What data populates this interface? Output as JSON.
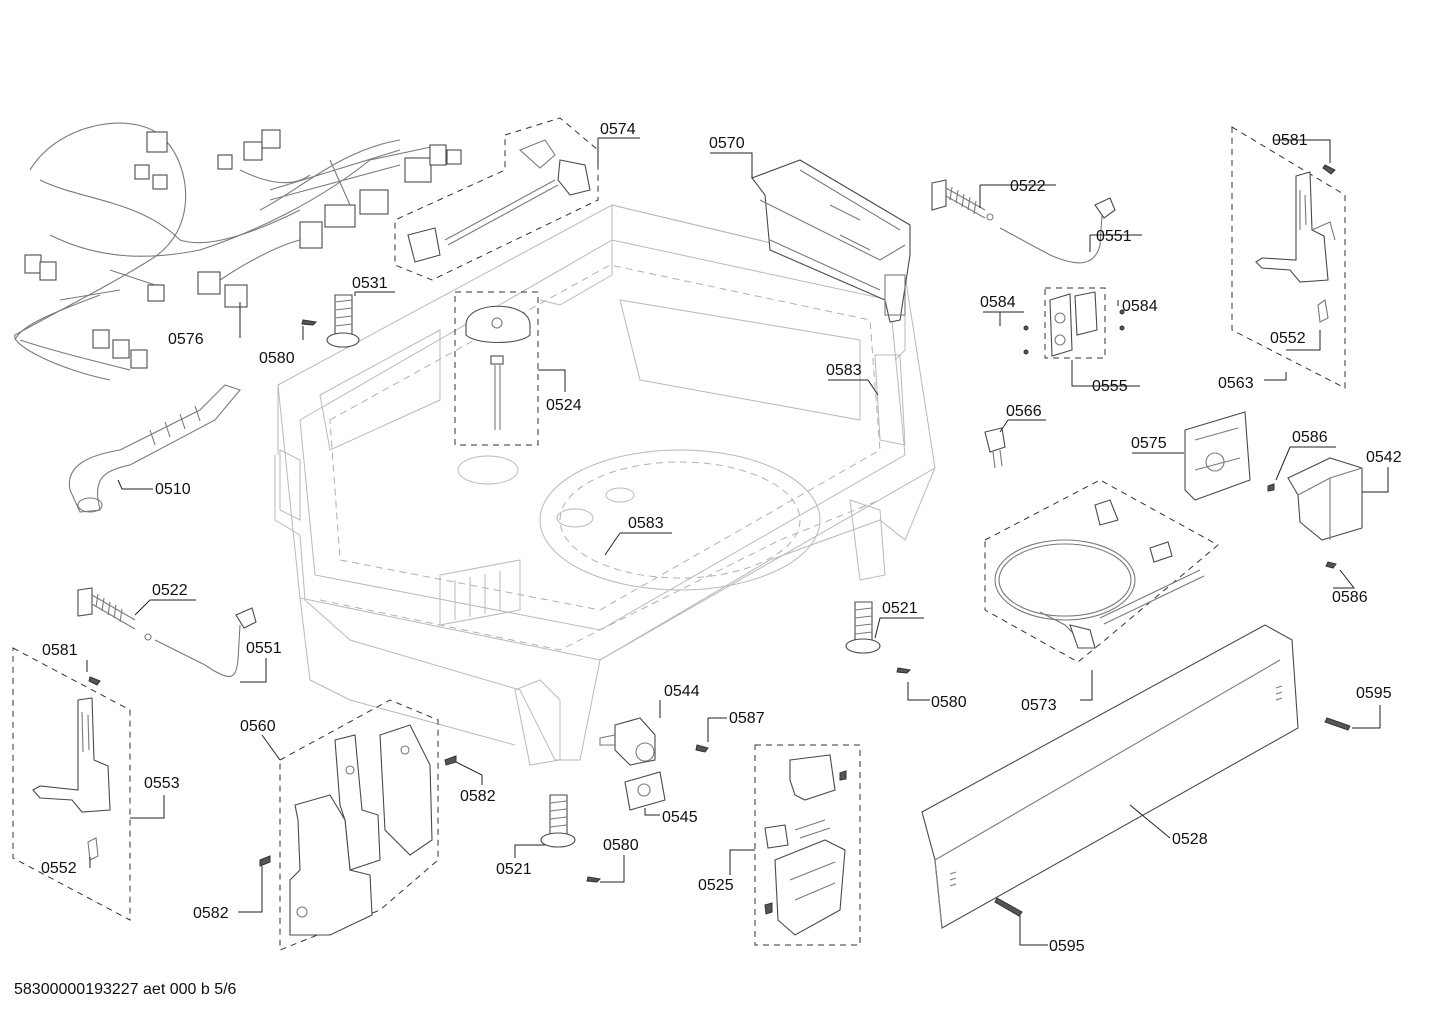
{
  "footer": {
    "doc_code": "58300000193227 aet 000 b 5/6"
  },
  "callouts": [
    {
      "id": "c0574",
      "label": "0574"
    },
    {
      "id": "c0570",
      "label": "0570"
    },
    {
      "id": "c0522a",
      "label": "0522"
    },
    {
      "id": "c0551a",
      "label": "0551"
    },
    {
      "id": "c0581a",
      "label": "0581"
    },
    {
      "id": "c0584a",
      "label": "0584"
    },
    {
      "id": "c0584b",
      "label": "0584"
    },
    {
      "id": "c0555",
      "label": "0555"
    },
    {
      "id": "c0552a",
      "label": "0552"
    },
    {
      "id": "c0563",
      "label": "0563"
    },
    {
      "id": "c0531",
      "label": "0531"
    },
    {
      "id": "c0576",
      "label": "0576"
    },
    {
      "id": "c0580a",
      "label": "0580"
    },
    {
      "id": "c0524",
      "label": "0524"
    },
    {
      "id": "c0583a",
      "label": "0583"
    },
    {
      "id": "c0566",
      "label": "0566"
    },
    {
      "id": "c0575",
      "label": "0575"
    },
    {
      "id": "c0586a",
      "label": "0586"
    },
    {
      "id": "c0542",
      "label": "0542"
    },
    {
      "id": "c0510",
      "label": "0510"
    },
    {
      "id": "c0583b",
      "label": "0583"
    },
    {
      "id": "c0586b",
      "label": "0586"
    },
    {
      "id": "c0522b",
      "label": "0522"
    },
    {
      "id": "c0521a",
      "label": "0521"
    },
    {
      "id": "c0581b",
      "label": "0581"
    },
    {
      "id": "c0551b",
      "label": "0551"
    },
    {
      "id": "c0580b",
      "label": "0580"
    },
    {
      "id": "c0573",
      "label": "0573"
    },
    {
      "id": "c0544",
      "label": "0544"
    },
    {
      "id": "c0595a",
      "label": "0595"
    },
    {
      "id": "c0560",
      "label": "0560"
    },
    {
      "id": "c0587",
      "label": "0587"
    },
    {
      "id": "c0553",
      "label": "0553"
    },
    {
      "id": "c0582a",
      "label": "0582"
    },
    {
      "id": "c0545",
      "label": "0545"
    },
    {
      "id": "c0528",
      "label": "0528"
    },
    {
      "id": "c0580c",
      "label": "0580"
    },
    {
      "id": "c0552b",
      "label": "0552"
    },
    {
      "id": "c0521b",
      "label": "0521"
    },
    {
      "id": "c0525",
      "label": "0525"
    },
    {
      "id": "c0582b",
      "label": "0582"
    },
    {
      "id": "c0595b",
      "label": "0595"
    }
  ]
}
